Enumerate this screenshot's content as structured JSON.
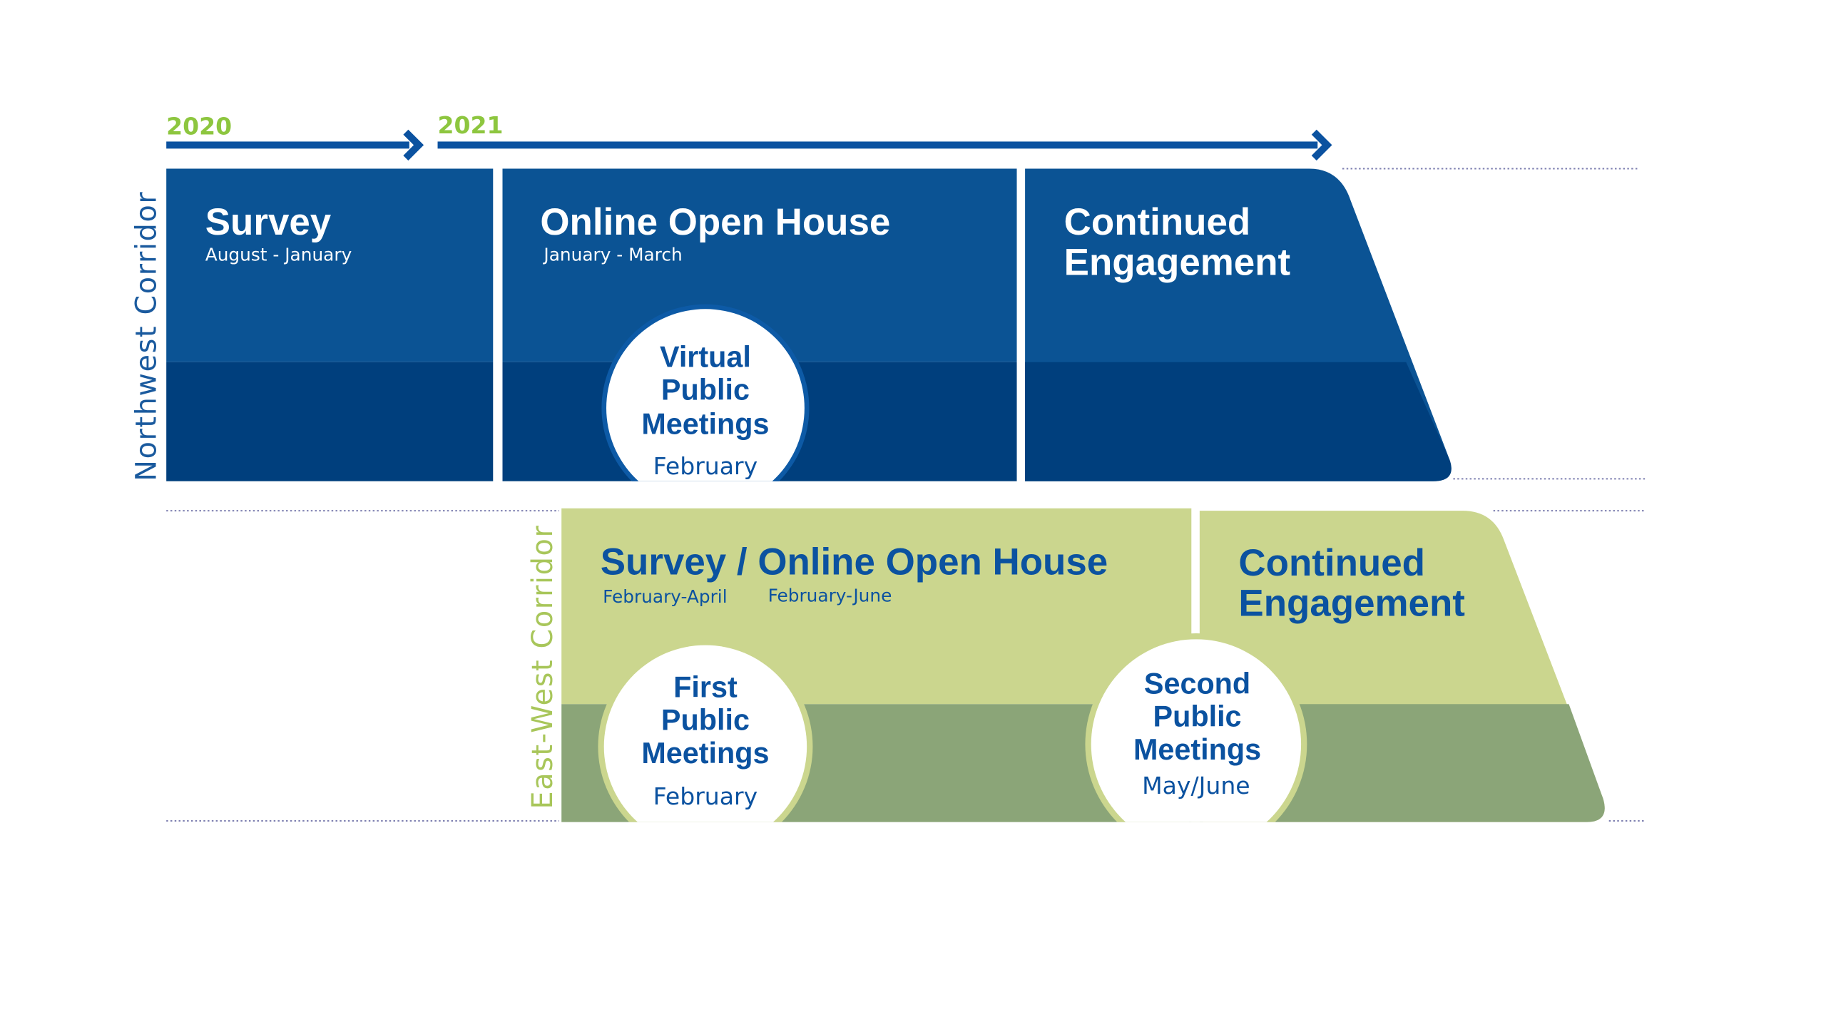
{
  "timeline": {
    "years": [
      {
        "label": "2020"
      },
      {
        "label": "2021"
      }
    ]
  },
  "colors": {
    "year_green": "#8dc63f",
    "nw_blue": "#0b5394",
    "nw_blue_dark": "#003f7d",
    "arrow_blue": "#0b52a0",
    "ew_green_light": "#cbd68e",
    "ew_green_dark": "#8ba578",
    "ew_text_blue": "#0b52a0",
    "circle_fill": "#ffffff",
    "dotted_line": "#7d7fb0"
  },
  "northwest": {
    "label": "Northwest Corridor",
    "blocks": [
      {
        "title": "Survey",
        "dates": "August - January"
      },
      {
        "title": "Online Open House",
        "dates": "January - March"
      },
      {
        "title_line1": "Continued",
        "title_line2": "Engagement"
      }
    ],
    "milestone": {
      "line1": "Virtual",
      "line2": "Public",
      "line3": "Meetings",
      "date": "February"
    }
  },
  "eastwest": {
    "label": "East-West Corridor",
    "blocks": [
      {
        "title": "Survey / Online Open House",
        "dates_a": "February-April",
        "dates_b": "February-June"
      },
      {
        "title_line1": "Continued",
        "title_line2": "Engagement"
      }
    ],
    "milestones": [
      {
        "line1": "First",
        "line2": "Public",
        "line3": "Meetings",
        "date": "February"
      },
      {
        "line1": "Second",
        "line2": "Public",
        "line3": "Meetings",
        "date": "May/June"
      }
    ]
  }
}
